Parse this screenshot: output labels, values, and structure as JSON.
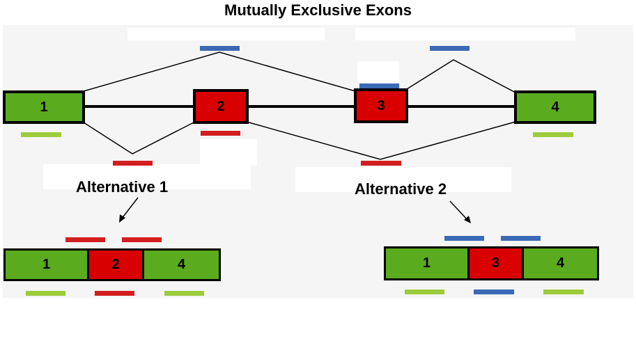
{
  "title": "Mutually Exclusive Exons",
  "alternatives": [
    {
      "label": "Alternative 1",
      "exons": [
        "1",
        "2",
        "4"
      ]
    },
    {
      "label": "Alternative 2",
      "exons": [
        "1",
        "3",
        "4"
      ]
    }
  ],
  "gene": {
    "exons": [
      "1",
      "2",
      "3",
      "4"
    ]
  },
  "colors": {
    "constitutive_exon": "#5aab1e",
    "alternative_exon": "#d80000",
    "constitutive_bar": "#9ccc3c",
    "red_bar": "#d21e1e",
    "blue_bar": "#3a6ab5",
    "outline": "#000000",
    "panel_background": "#f5f5f5"
  }
}
